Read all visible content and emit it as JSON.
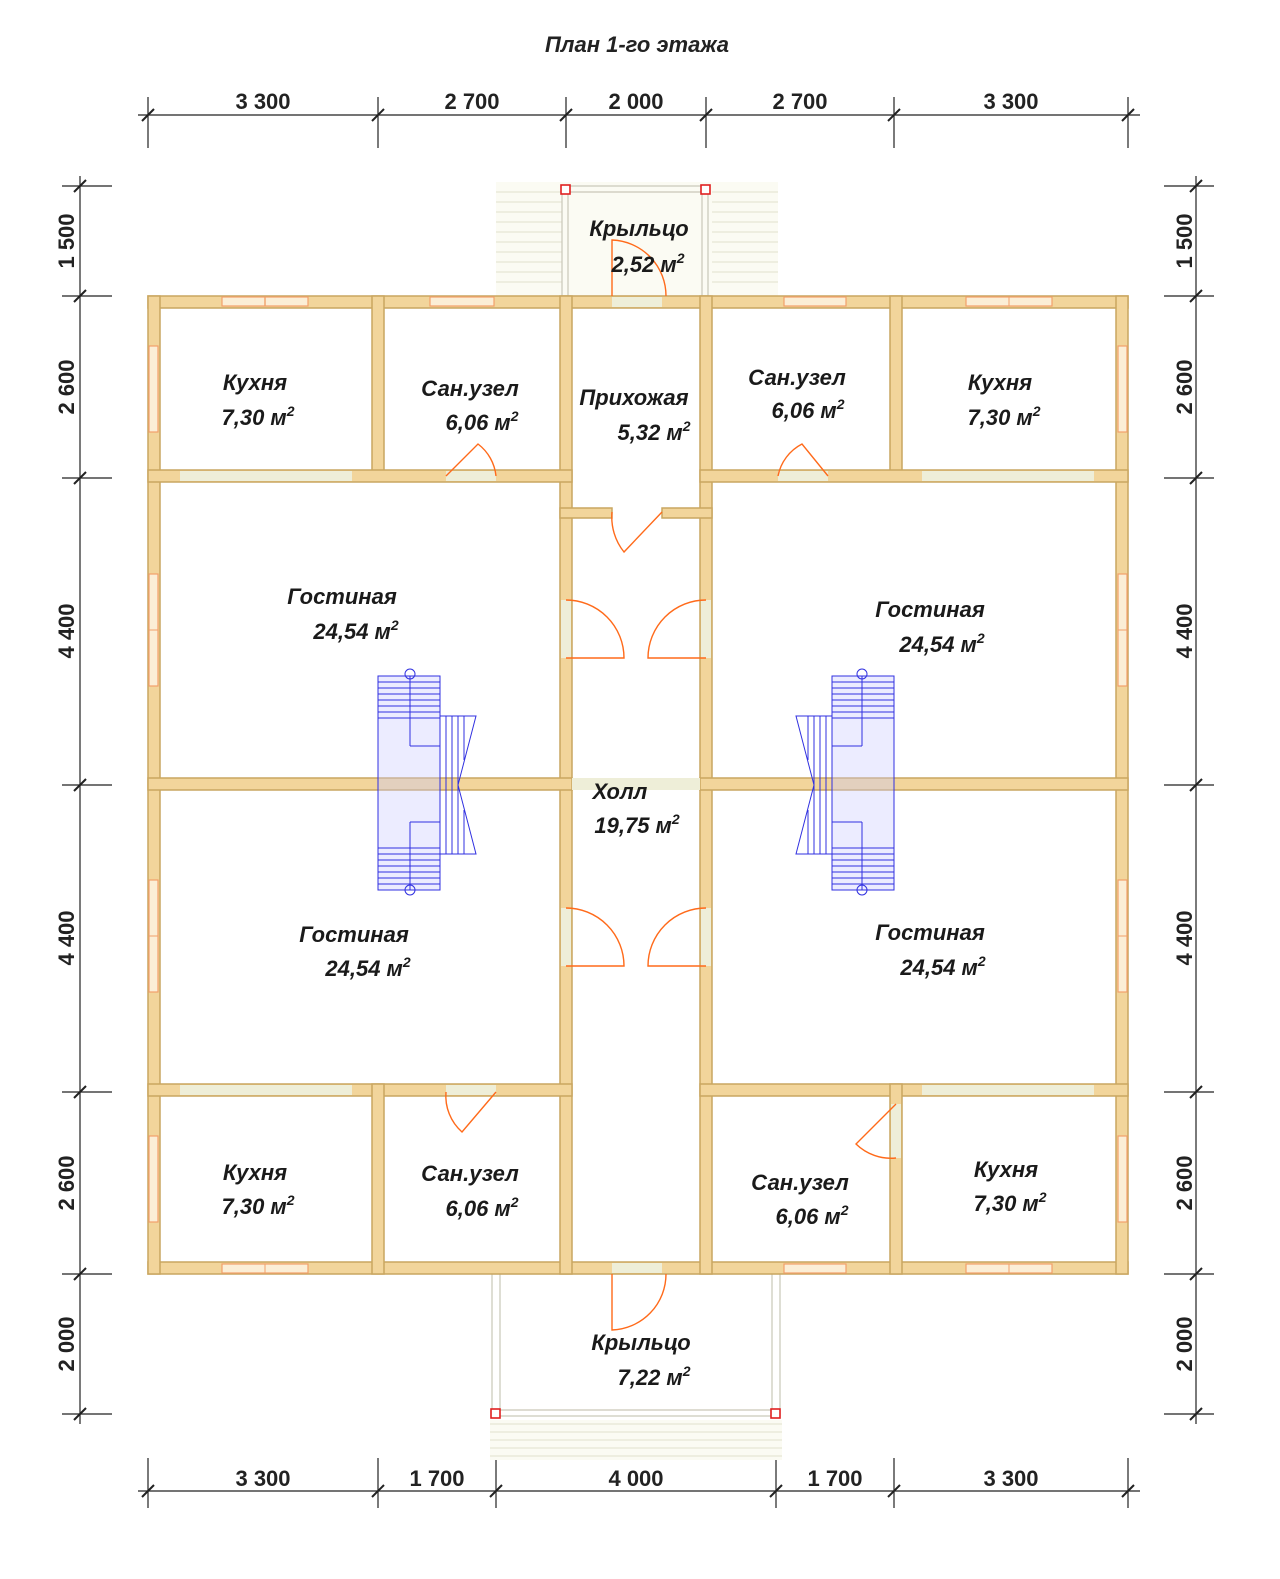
{
  "title": "План 1-го этажа",
  "dimensions": {
    "top": [
      "3 300",
      "2 700",
      "2 000",
      "2 700",
      "3 300"
    ],
    "bottom": [
      "3 300",
      "1 700",
      "4 000",
      "1 700",
      "3 300"
    ],
    "left": [
      "1 500",
      "2 600",
      "4 400",
      "4 400",
      "2 600",
      "2 000"
    ],
    "right": [
      "1 500",
      "2 600",
      "4 400",
      "4 400",
      "2 600",
      "2 000"
    ]
  },
  "rooms": {
    "porch_top": {
      "name": "Крыльцо",
      "area": "2,52 м",
      "unit_sup": "2"
    },
    "kitchen_tl": {
      "name": "Кухня",
      "area": "7,30 м",
      "unit_sup": "2"
    },
    "wc_tl": {
      "name": "Сан.узел",
      "area": "6,06 м",
      "unit_sup": "2"
    },
    "hallway": {
      "name": "Прихожая",
      "area": "5,32 м",
      "unit_sup": "2"
    },
    "wc_tr": {
      "name": "Сан.узел",
      "area": "6,06 м",
      "unit_sup": "2"
    },
    "kitchen_tr": {
      "name": "Кухня",
      "area": "7,30 м",
      "unit_sup": "2"
    },
    "living_tl": {
      "name": "Гостиная",
      "area": "24,54 м",
      "unit_sup": "2"
    },
    "living_tr": {
      "name": "Гостиная",
      "area": "24,54 м",
      "unit_sup": "2"
    },
    "hall": {
      "name": "Холл",
      "area": "19,75 м",
      "unit_sup": "2"
    },
    "living_bl": {
      "name": "Гостиная",
      "area": "24,54 м",
      "unit_sup": "2"
    },
    "living_br": {
      "name": "Гостиная",
      "area": "24,54 м",
      "unit_sup": "2"
    },
    "kitchen_bl": {
      "name": "Кухня",
      "area": "7,30 м",
      "unit_sup": "2"
    },
    "wc_bl": {
      "name": "Сан.узел",
      "area": "6,06 м",
      "unit_sup": "2"
    },
    "wc_br": {
      "name": "Сан.узел",
      "area": "6,06 м",
      "unit_sup": "2"
    },
    "kitchen_br": {
      "name": "Кухня",
      "area": "7,30 м",
      "unit_sup": "2"
    },
    "porch_bottom": {
      "name": "Крыльцо",
      "area": "7,22 м",
      "unit_sup": "2"
    }
  },
  "colors": {
    "wall": "#f2d59b",
    "door": "#ff6a1a",
    "stairs": "#3030e0",
    "window": "#f2a06a"
  }
}
